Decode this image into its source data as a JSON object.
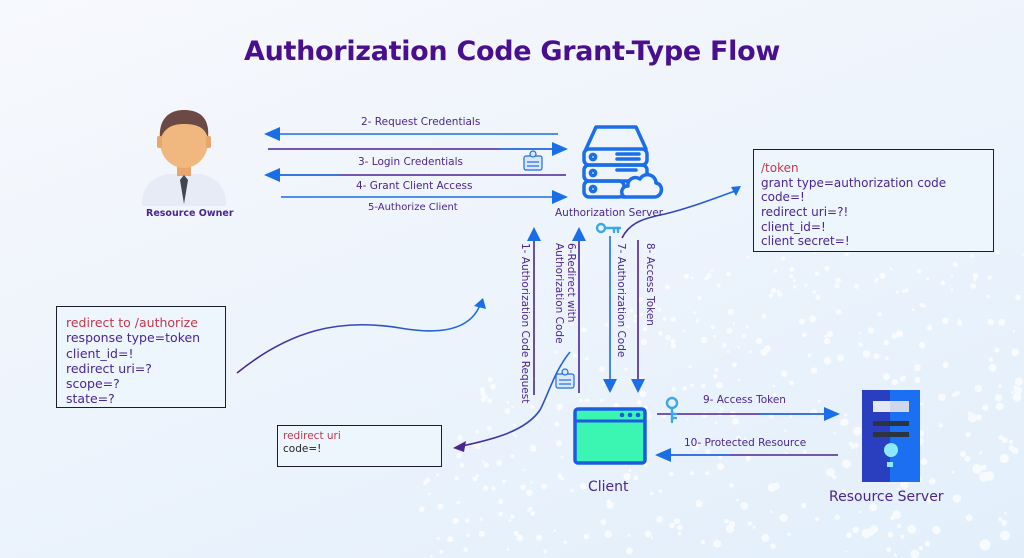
{
  "title": "Authorization Code Grant-Type Flow",
  "colors": {
    "title": "#4a0f8f",
    "arrow_blue": "#1a6ee8",
    "arrow_purple": "#4b2590",
    "label_text": "#4b2590",
    "code_key": "#c4364b",
    "client_screen": "#3bf5b3",
    "resource_server": "#1b5fe0"
  },
  "nodes": {
    "resource_owner": {
      "label": "Resource Owner",
      "icon": "person-icon"
    },
    "authorization_server": {
      "label": "Authorization Server",
      "icon": "server-cloud-icon"
    },
    "client": {
      "label": "Client",
      "icon": "browser-window-icon"
    },
    "resource_server": {
      "label": "Resource Server",
      "icon": "server-tower-icon"
    }
  },
  "steps": [
    {
      "number": 1,
      "label": "1- Authorization Code Request",
      "from": "Client",
      "to": "Authorization Server"
    },
    {
      "number": 2,
      "label": "2- Request Credentials",
      "from": "Authorization Server",
      "to": "Resource Owner"
    },
    {
      "number": 3,
      "label": "3- Login Credentials",
      "from": "Resource Owner",
      "to": "Authorization Server"
    },
    {
      "number": 4,
      "label": "4- Grant Client Access",
      "from": "Authorization Server",
      "to": "Resource Owner"
    },
    {
      "number": 5,
      "label": "5-Authorize Client",
      "from": "Resource Owner",
      "to": "Authorization Server"
    },
    {
      "number": 6,
      "label_line1": "6-Redirect with",
      "label_line2": "Authorization Code",
      "from": "Client",
      "to": "Authorization Server"
    },
    {
      "number": 7,
      "label": "7- Authorization Code",
      "from": "Authorization Server",
      "to": "Client"
    },
    {
      "number": 8,
      "label": "8- Access Token",
      "from": "Authorization Server",
      "to": "Client"
    },
    {
      "number": 9,
      "label": "9- Access Token",
      "from": "Client",
      "to": "Resource Server"
    },
    {
      "number": 10,
      "label": "10- Protected Resource",
      "from": "Resource Server",
      "to": "Client"
    }
  ],
  "authorize_box": {
    "lines": [
      {
        "text": "redirect to /authorize",
        "style": "red"
      },
      {
        "text": "response type=token",
        "style": "normal"
      },
      {
        "text": "client_id=!",
        "style": "normal"
      },
      {
        "text": "redirect uri=?",
        "style": "normal"
      },
      {
        "text": "scope=?",
        "style": "normal"
      },
      {
        "text": "state=?",
        "style": "normal"
      }
    ]
  },
  "token_box": {
    "lines": [
      {
        "text": "/token",
        "style": "red"
      },
      {
        "text": "grant type=authorization code",
        "style": "normal"
      },
      {
        "text": "code=!",
        "style": "normal"
      },
      {
        "text": "redirect uri=?!",
        "style": "normal"
      },
      {
        "text": "client_id=!",
        "style": "normal"
      },
      {
        "text": "client secret=!",
        "style": "normal"
      }
    ]
  },
  "redirect_box": {
    "lines": [
      {
        "text": "redirect uri",
        "style": "red"
      },
      {
        "text": "code=!",
        "style": "dark"
      }
    ]
  },
  "decorations": {
    "credential_card_icon": "id-card-icon",
    "key_icon": "key-icon"
  }
}
